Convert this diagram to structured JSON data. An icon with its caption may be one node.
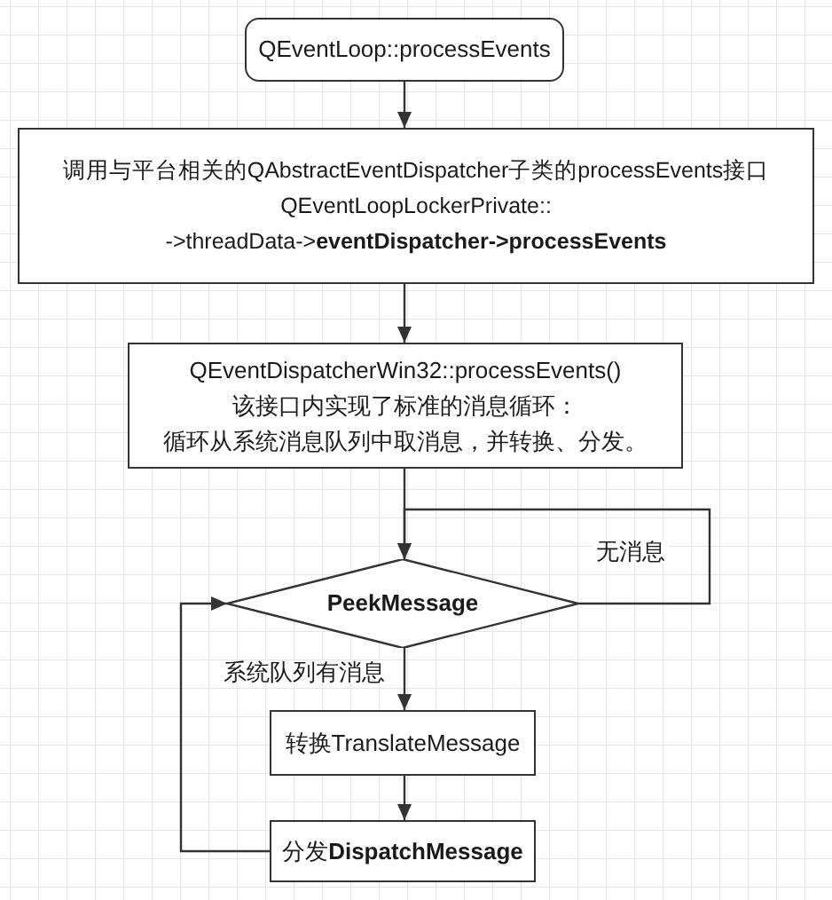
{
  "diagram": {
    "nodes": [
      {
        "text": [
          "QEventLoop::processEvents"
        ]
      },
      {
        "text": [
          "调用与平台相关的QAbstractEventDispatcher子类的processEvents接口",
          "QEventLoopLockerPrivate::",
          "->threadData->**eventDispatcher->processEvents**"
        ]
      },
      {
        "text": [
          "QEventDispatcherWin32::processEvents()",
          "该接口内实现了标准的消息循环：",
          "循环从系统消息队列中取消息，并转换、分发。"
        ]
      },
      {
        "text": [
          "PeekMessage"
        ]
      },
      {
        "text": [
          "转换TranslateMessage"
        ]
      },
      {
        "text": [
          "分发**DispatchMessage**"
        ]
      }
    ],
    "edges": [
      {
        "from": 0,
        "to": 1,
        "arrow": "to"
      },
      {
        "from": 1,
        "to": 2,
        "arrow": "to"
      },
      {
        "from": 2,
        "to": 3,
        "arrow": "to"
      },
      {
        "from": 3,
        "to": 3,
        "arrow": "to",
        "label": "无消息"
      },
      {
        "from": 3,
        "to": 4,
        "arrow": "to",
        "label": "系统队列有消息"
      },
      {
        "from": 4,
        "to": 5,
        "arrow": "to"
      },
      {
        "from": 5,
        "to": 3,
        "arrow": "to"
      }
    ]
  }
}
